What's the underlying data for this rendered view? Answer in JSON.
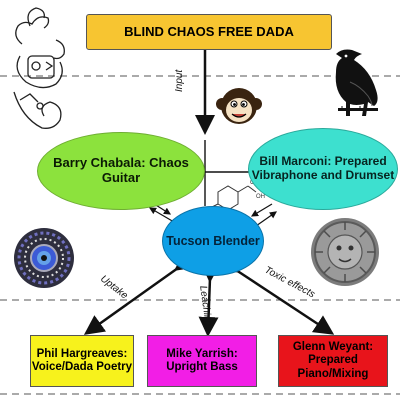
{
  "title": "BLIND CHAOS FREE DADA",
  "nodes": {
    "barry": "Barry Chabala: Chaos Guitar",
    "bill": "Bill Marconi: Prepared Vibraphone and Drumset",
    "tucson": "Tucson Blender",
    "phil": "Phil Hargreaves: Voice/Dada Poetry",
    "mike": "Mike Yarrish: Upright Bass",
    "glenn": "Glenn Weyant: Prepared Piano/Mixing"
  },
  "labels": {
    "input": "Input",
    "uptake": "Uptake",
    "leaching": "Leaching",
    "toxic": "Toxic effects"
  },
  "colors": {
    "title": "#f7c531",
    "barry": "#8ce23d",
    "bill": "#3de0cf",
    "tucson": "#0e9fe6",
    "phil": "#f7f21c",
    "mike": "#f21ee6",
    "glenn": "#e8141b"
  },
  "icons": [
    "aztec-glyph-icon",
    "monkey-face-icon",
    "raven-icon",
    "spiral-eye-icon",
    "molecule-icon",
    "sun-face-coin-icon"
  ]
}
